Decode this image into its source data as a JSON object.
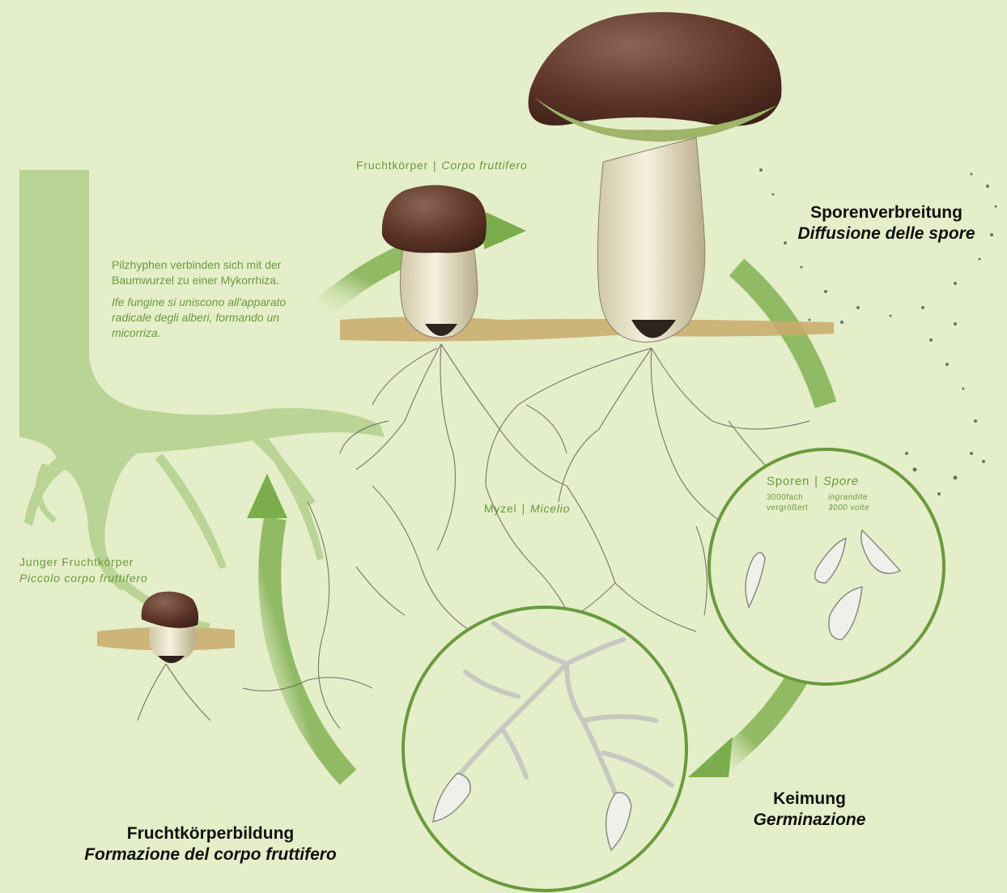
{
  "labels": {
    "fruiting_body_de": "Fruchtkörper",
    "fruiting_body_it": "Corpo fruttifero",
    "young_de": "Junger Fruchtkörper",
    "young_it": "Piccolo corpo fruttifero",
    "mycel_de": "Myzel",
    "mycel_it": "Micelio",
    "spores_de": "Sporen",
    "spores_it": "Spore",
    "spores_mag_de_1": "3000fach",
    "spores_mag_de_2": "vergrößert",
    "spores_mag_it_1": "ingrandite",
    "spores_mag_it_2": "3000 volte"
  },
  "note": {
    "de": "Pilzhyphen verbinden sich mit der Baumwurzel zu einer Mykorrhiza.",
    "it": "Ife fungine si uniscono all'apparato radicale degli alberi, formando un micorriza."
  },
  "stages": {
    "spore_dispersal_de": "Sporenverbreitung",
    "spore_dispersal_it": "Diffusione delle spore",
    "germination_de": "Keimung",
    "germination_it": "Germinazione",
    "fruiting_de": "Fruchtkörperbildung",
    "fruiting_it": "Formazione del corpo fruttifero"
  },
  "colors": {
    "background": "#e4eec9",
    "arrow_green": "#7cad4c",
    "circle_border": "#6a9a3e",
    "cap_brown": "#5e3528",
    "label_green": "#6a9a3e"
  }
}
